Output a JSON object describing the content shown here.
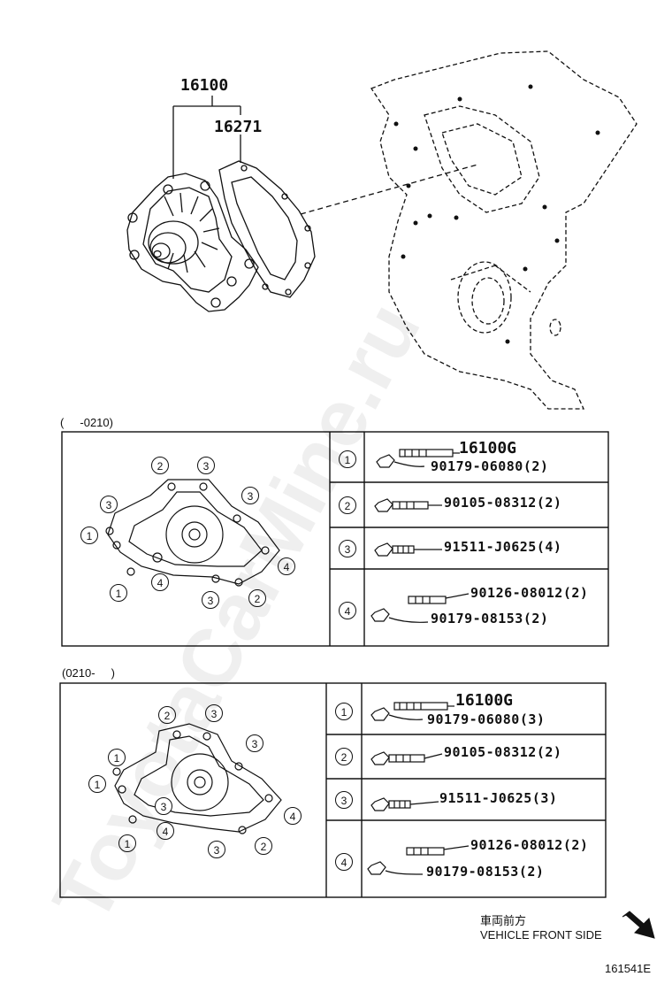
{
  "main_diagram": {
    "part_pump": "16100",
    "part_gasket": "16271"
  },
  "table1": {
    "range_label": "(     -0210)",
    "rows": [
      {
        "num": "1",
        "parts": [
          "16100G",
          "90179-06080(2)"
        ]
      },
      {
        "num": "2",
        "parts": [
          "90105-08312(2)"
        ]
      },
      {
        "num": "3",
        "parts": [
          "91511-J0625(4)"
        ]
      },
      {
        "num": "4",
        "parts": [
          "90126-08012(2)",
          "90179-08153(2)"
        ]
      }
    ]
  },
  "table2": {
    "range_label": "(0210-     )",
    "rows": [
      {
        "num": "1",
        "parts": [
          "16100G",
          "90179-06080(3)"
        ]
      },
      {
        "num": "2",
        "parts": [
          "90105-08312(2)"
        ]
      },
      {
        "num": "3",
        "parts": [
          "91511-J0625(3)"
        ]
      },
      {
        "num": "4",
        "parts": [
          "90126-08012(2)",
          "90179-08153(2)"
        ]
      }
    ]
  },
  "footer": {
    "direction_jp": "車両前方",
    "direction_en": "VEHICLE FRONT SIDE",
    "figure_id": "161541E"
  },
  "watermark": "ToyotaCarMine.ru"
}
